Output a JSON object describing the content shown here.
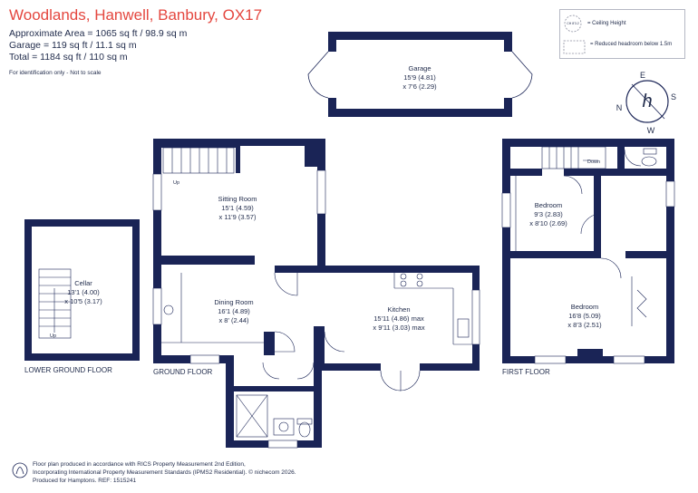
{
  "header": {
    "title": "Woodlands, Hanwell, Banbury, OX17",
    "approx_area": "Approximate Area = 1065 sq ft / 98.9 sq m",
    "garage_area": "Garage = 119 sq ft / 11.1 sq m",
    "total_area": "Total = 1184 sq ft / 110 sq m",
    "note": "For identification only - Not to scale"
  },
  "legend": {
    "ceiling_height_label": "= Ceiling Height",
    "ceiling_symbol_text": "CH 8'3.2",
    "reduced_headroom_label": "= Reduced headroom below 1.5m"
  },
  "compass": {
    "north": "N",
    "east": "E",
    "south": "S",
    "west": "W",
    "logo_letter": "h"
  },
  "floors": {
    "lower_ground": "LOWER GROUND FLOOR",
    "ground": "GROUND FLOOR",
    "first": "FIRST FLOOR"
  },
  "rooms": {
    "garage": {
      "name": "Garage",
      "dim1": "15'9 (4.81)",
      "dim2": "x 7'6 (2.29)"
    },
    "cellar": {
      "name": "Cellar",
      "dim1": "13'1 (4.00)",
      "dim2": "x 10'5 (3.17)"
    },
    "sitting": {
      "name": "Sitting Room",
      "dim1": "15'1 (4.59)",
      "dim2": "x 11'9 (3.57)"
    },
    "dining": {
      "name": "Dining Room",
      "dim1": "16'1 (4.89)",
      "dim2": "x 8' (2.44)"
    },
    "kitchen": {
      "name": "Kitchen",
      "dim1": "15'11 (4.86) max",
      "dim2": "x 9'11 (3.03) max"
    },
    "bedroom1": {
      "name": "Bedroom",
      "dim1": "9'3 (2.83)",
      "dim2": "x 8'10 (2.69)"
    },
    "bedroom2": {
      "name": "Bedroom",
      "dim1": "16'8 (5.09)",
      "dim2": "x 8'3 (2.51)"
    }
  },
  "stairs": {
    "up_cellar": "Up",
    "up_ground": "Up",
    "down_first": "Down"
  },
  "footer": {
    "line1": "Floor plan produced in accordance with RICS Property Measurement 2nd Edition,",
    "line2": "Incorporating International Property Measurement Standards (IPMS2 Residential). © nichecom 2026.",
    "line3": "Produced for Hamptons.   REF: 1515241"
  },
  "colors": {
    "wall": "#1a2456",
    "title": "#e4473f",
    "text": "#1f2a4a",
    "compass": "#e4473f",
    "window": "#ffffff"
  }
}
